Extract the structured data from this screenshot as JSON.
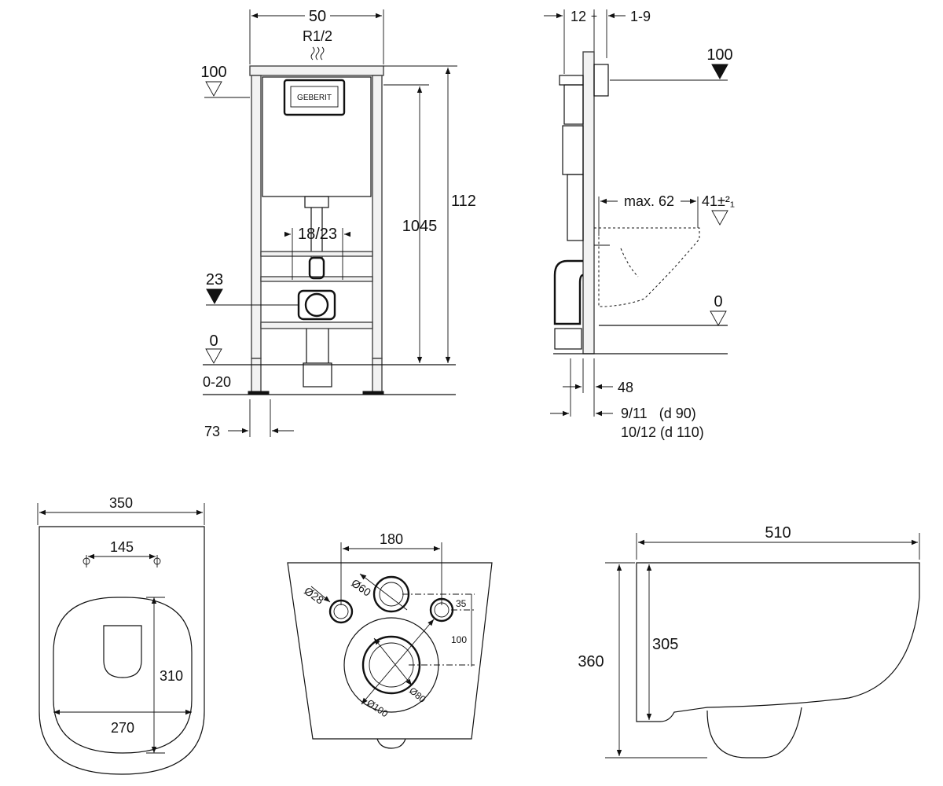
{
  "frame_front": {
    "width_label": "50",
    "thread_label": "R1/2",
    "level_top": "100",
    "height_total": "112",
    "height_inner": "1045",
    "spacing_label": "18/23",
    "level_outlet": "23",
    "level_floor": "0",
    "foot_range": "0-20",
    "foot_offset": "73"
  },
  "frame_side": {
    "top_left": "12",
    "top_right": "1-9",
    "level_top": "100",
    "max_projection": "max. 62",
    "seat_height": "41±²₁",
    "level_floor": "0",
    "bottom_offset": "48",
    "pipe_d90": "9/11   (d 90)",
    "pipe_d110": "10/12 (d 110)"
  },
  "bowl_top": {
    "width": "350",
    "hole_spacing": "145",
    "seat_depth": "310",
    "seat_width": "270"
  },
  "bowl_rear": {
    "width": "180",
    "d28": "Ø28",
    "d60": "Ø60",
    "offset_35": "35",
    "offset_100": "100",
    "d100": "Ø100",
    "d80": "Ø80"
  },
  "bowl_side": {
    "length": "510",
    "height": "360",
    "rim_height": "305"
  }
}
